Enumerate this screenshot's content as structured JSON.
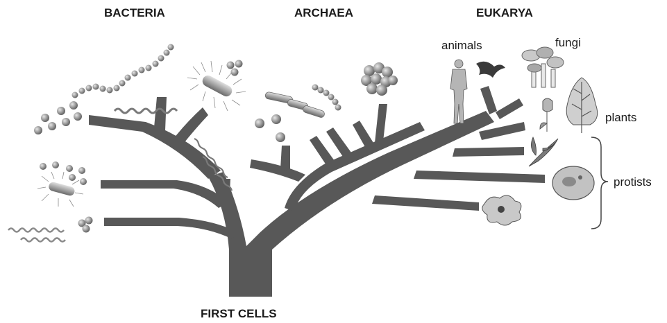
{
  "domains": {
    "bacteria": "BACTERIA",
    "archaea": "ARCHAEA",
    "eukarya": "EUKARYA"
  },
  "groups": {
    "animals": "animals",
    "fungi": "fungi",
    "plants": "plants",
    "protists": "protists"
  },
  "root_label": "FIRST CELLS",
  "colors": {
    "tree": "#585858",
    "cell_fill": "#9a9a9a",
    "cell_stroke": "#6a6a6a",
    "text": "#1a1a1a"
  }
}
